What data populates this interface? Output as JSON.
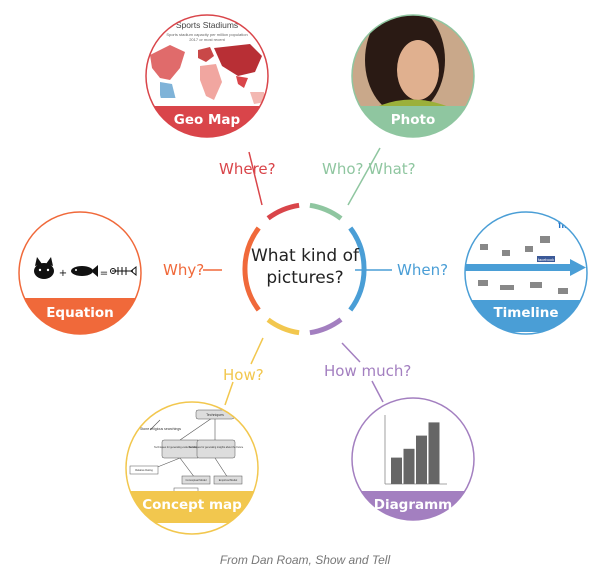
{
  "center": {
    "line1": "What kind of",
    "line2": "pictures?"
  },
  "nodes": {
    "geo_map": {
      "label": "Geo Map",
      "question": "Where?",
      "color": "#d9454a",
      "map_title": "Sports Stadiums",
      "map_subtitle_1": "Sports stadium capacity per million population",
      "map_subtitle_2": "2017 or most recent"
    },
    "photo": {
      "label": "Photo",
      "question": "Who? What?",
      "color": "#8fc6a0"
    },
    "timeline": {
      "label": "Timeline",
      "question": "When?",
      "color": "#4a9ed6",
      "brand": "flickr",
      "badge": "facebook"
    },
    "diagramm": {
      "label": "Diagramm",
      "question": "How much?",
      "color": "#a37fc0",
      "bar_values": [
        24,
        32,
        44,
        56
      ]
    },
    "concept_map": {
      "label": "Concept map",
      "question": "How?",
      "color": "#f2c74e",
      "nodes": [
        "Techniques",
        "Stone religious searchings",
        "Techniques for generating evidence about the Past",
        "Techniques for generating insights about the Future",
        "Relative Dating",
        "Conceptual Model",
        "Empirical Model",
        "Numerical"
      ]
    },
    "equation": {
      "label": "Equation",
      "question": "Why?",
      "color": "#f0693a",
      "plus": "+",
      "equals": "="
    }
  },
  "caption": "From Dan Roam, Show and Tell"
}
